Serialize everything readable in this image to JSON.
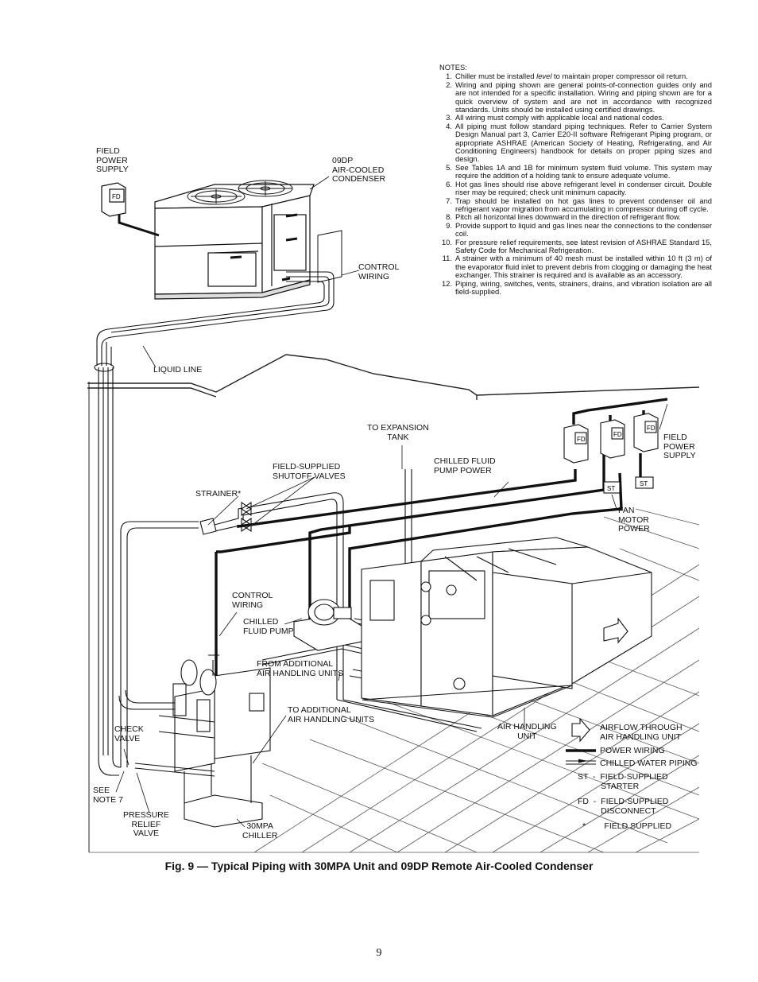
{
  "notes": {
    "heading": "NOTES:",
    "items": [
      {
        "num": "1.",
        "text_before": "Chiller must be installed ",
        "emphasis": "level",
        "text_after": " to maintain proper compressor oil return."
      },
      {
        "num": "2.",
        "text": "Wiring and piping shown are general points-of-connection guides only and are not intended for a specific installation. Wiring and piping shown are for a quick overview of system and are not in accordance with recognized standards. Units should be installed using certified drawings."
      },
      {
        "num": "3.",
        "text": "All wiring must comply with applicable local and national codes."
      },
      {
        "num": "4.",
        "text": "All piping must follow standard piping techniques. Refer to Carrier System Design Manual part 3, Carrier E20-II software Refrigerant Piping program, or appropriate ASHRAE (American Society of Heating, Refrigerating, and Air Conditioning Engineers) handbook for details on proper piping sizes and design."
      },
      {
        "num": "5.",
        "text": "See Tables 1A and 1B for minimum system fluid volume. This system may require the addition of a holding tank to ensure adequate volume."
      },
      {
        "num": "6.",
        "text": "Hot gas lines should rise above refrigerant level in condenser circuit. Double riser may be required; check unit minimum capacity."
      },
      {
        "num": "7.",
        "text": "Trap should be installed on hot gas lines to prevent condenser oil and refrigerant vapor migration from accumulating in compressor during off cycle."
      },
      {
        "num": "8.",
        "text": "Pitch all horizontal lines downward in the direction of refrigerant flow."
      },
      {
        "num": "9.",
        "text": "Provide support to liquid and gas lines near the connections to the condenser coil."
      },
      {
        "num": "10.",
        "text": "For pressure relief requirements, see latest revision of ASHRAE Standard 15, Safety Code for Mechanical Refrigeration."
      },
      {
        "num": "11.",
        "text": "A strainer with a minimum of 40 mesh must be installed within 10 ft (3 m) of the evaporator fluid inlet to prevent debris from clogging or damaging the heat exchanger. This strainer is required and is available as an accessory."
      },
      {
        "num": "12.",
        "text": "Piping, wiring, switches, vents, strainers, drains, and vibration isolation are all field-supplied."
      }
    ]
  },
  "labels": {
    "field_power_supply_top": "FIELD\nPOWER\nSUPPLY",
    "condenser": "09DP\nAIR-COOLED\nCONDENSER",
    "control_wiring_top": "CONTROL\nWIRING",
    "liquid_line": "LIQUID LINE",
    "to_expansion_tank": "TO EXPANSION\nTANK",
    "chilled_fluid_pump_power": "CHILLED FLUID\nPUMP POWER",
    "field_power_supply_right": "FIELD\nPOWER\nSUPPLY",
    "field_supplied_shutoff_valves": "FIELD-SUPPLIED\nSHUTOFF VALVES",
    "strainer": "STRAINER*",
    "fan_motor_power": "FAN\nMOTOR\nPOWER",
    "control_wiring_mid": "CONTROL\nWIRING",
    "chilled_fluid_pump": "CHILLED\nFLUID PUMP",
    "from_additional_ahu": "FROM ADDITIONAL\nAIR HANDLING UNITS",
    "to_additional_ahu": "TO ADDITIONAL\nAIR HANDLING UNITS",
    "check_valve": "CHECK\nVALVE",
    "see_note_7": "SEE\nNOTE 7",
    "pressure_relief_valve": "PRESSURE\nRELIEF\nVALVE",
    "chiller": "30MPA\nCHILLER",
    "air_handling_unit": "AIR HANDLING\nUNIT",
    "fd": "FD",
    "st": "ST"
  },
  "legend": {
    "airflow": "AIRFLOW THROUGH\nAIR HANDLING UNIT",
    "power_wiring": "POWER WIRING",
    "chilled_water_piping": "CHILLED WATER PIPING",
    "st_key": "ST  -  FIELD-SUPPLIED\n          STARTER",
    "fd_key": "FD  -  FIELD-SUPPLIED\n          DISCONNECT",
    "star_key": "*        FIELD SUPPLIED"
  },
  "caption": "Fig. 9 — Typical Piping with 30MPA Unit and 09DP Remote Air-Cooled Condenser",
  "page_number": "9"
}
